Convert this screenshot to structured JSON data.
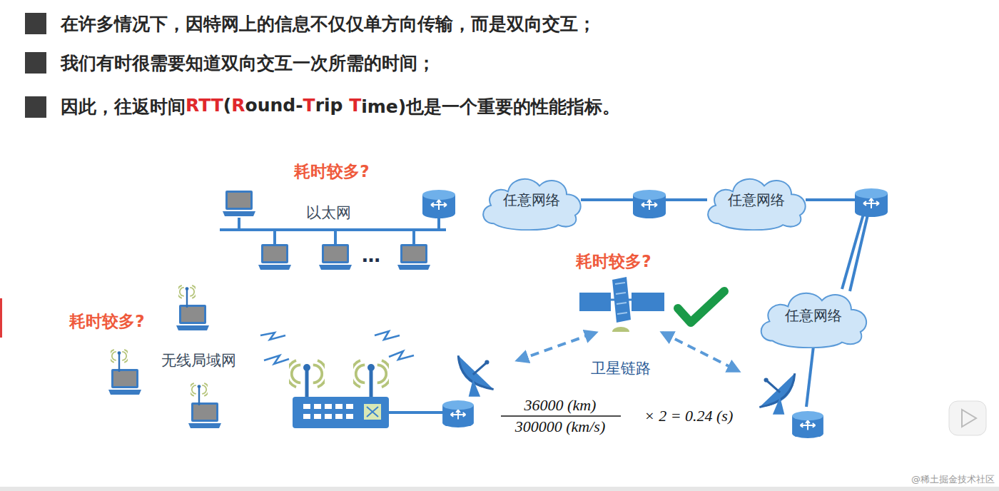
{
  "diagram": {
    "nodes": [
      {
        "text": [
          "任意网络"
        ]
      },
      {
        "text": [
          "任意网络"
        ]
      },
      {
        "text": [
          "任意网络"
        ]
      }
    ],
    "edges": [
      {
        "from": 0,
        "to": 1,
        "arrow": "none"
      },
      {
        "from": 1,
        "to": 2,
        "arrow": "none"
      }
    ],
    "labels": [
      "在许多情况下，因特网上的信息不仅仅单方向传输，而是双向交互；",
      "我们有时很需要知道双向交互一次所需的时间；",
      "因此，往返时间",
      "RTT",
      "(",
      "R",
      "ound-",
      "T",
      "rip ",
      "T",
      "ime)也是一个重要的性能指标。",
      "耗时较多?",
      "以太网",
      "…",
      "耗时较多?",
      "耗时较多?",
      "无线局域网",
      "卫星链路",
      "36000 (km)",
      "300000 (km/s)",
      "× 2 = 0.24 (s)",
      "@稀土掘金技术社区"
    ]
  }
}
